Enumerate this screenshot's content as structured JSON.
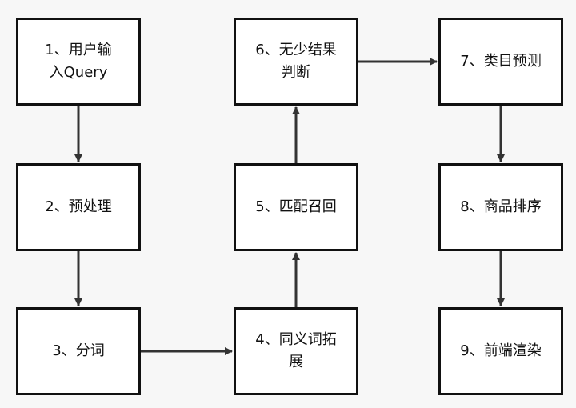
{
  "diagram": {
    "nodes": [
      {
        "id": "n1",
        "label": "1、用户输\n入Query"
      },
      {
        "id": "n2",
        "label": "2、预处理"
      },
      {
        "id": "n3",
        "label": "3、分词"
      },
      {
        "id": "n4",
        "label": "4、同义词拓\n展"
      },
      {
        "id": "n5",
        "label": "5、匹配召回"
      },
      {
        "id": "n6",
        "label": "6、无少结果\n判断"
      },
      {
        "id": "n7",
        "label": "7、类目预测"
      },
      {
        "id": "n8",
        "label": "8、商品排序"
      },
      {
        "id": "n9",
        "label": "9、前端渲染"
      }
    ],
    "edges": [
      {
        "from": "n1",
        "to": "n2"
      },
      {
        "from": "n2",
        "to": "n3"
      },
      {
        "from": "n3",
        "to": "n4"
      },
      {
        "from": "n4",
        "to": "n5"
      },
      {
        "from": "n5",
        "to": "n6"
      },
      {
        "from": "n6",
        "to": "n7"
      },
      {
        "from": "n7",
        "to": "n8"
      },
      {
        "from": "n8",
        "to": "n9"
      }
    ],
    "colors": {
      "background": "#f7f7f7",
      "box_fill": "#ffffff",
      "stroke": "#111111",
      "arrow": "#333333"
    }
  }
}
